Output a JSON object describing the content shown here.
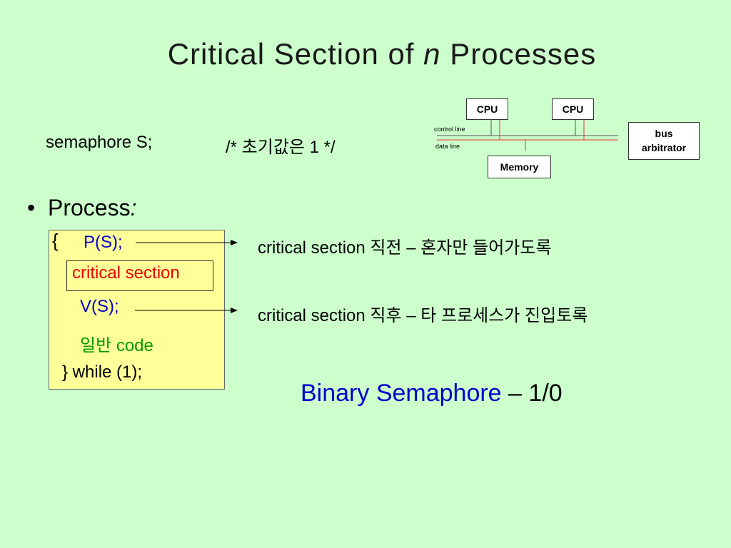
{
  "slide": {
    "title_main": "Critical Section of ",
    "title_italic": "n",
    "title_end": " Processes",
    "semaphore_decl": "semaphore S;",
    "semaphore_comment": "/* 초기값은 1 */",
    "bullet_symbol": "•",
    "bullet_label": "Process",
    "bullet_colon": ":",
    "code": {
      "brace_open": "{",
      "p_call": "P(S);",
      "critical_section": "critical section",
      "v_call": "V(S);",
      "general_code": "일반 code",
      "while_line": "} while (1);"
    },
    "notes": {
      "before": "critical section 직전 – 혼자만 들어가도록",
      "after": "critical section 직후 – 타 프로세스가 진입토록"
    },
    "binary": {
      "label": "Binary Semaphore",
      "rest": " – 1/0"
    },
    "diagram": {
      "cpu1": "CPU",
      "cpu2": "CPU",
      "control_line": "control line",
      "data_line": "data line",
      "memory": "Memory",
      "arbiter_line1": "bus",
      "arbiter_line2": "arbitrator"
    },
    "colors": {
      "background": "#ccffcc",
      "code_box": "#ffff99",
      "blue": "#0000cc",
      "red": "#ee0000",
      "green": "#009900"
    }
  }
}
